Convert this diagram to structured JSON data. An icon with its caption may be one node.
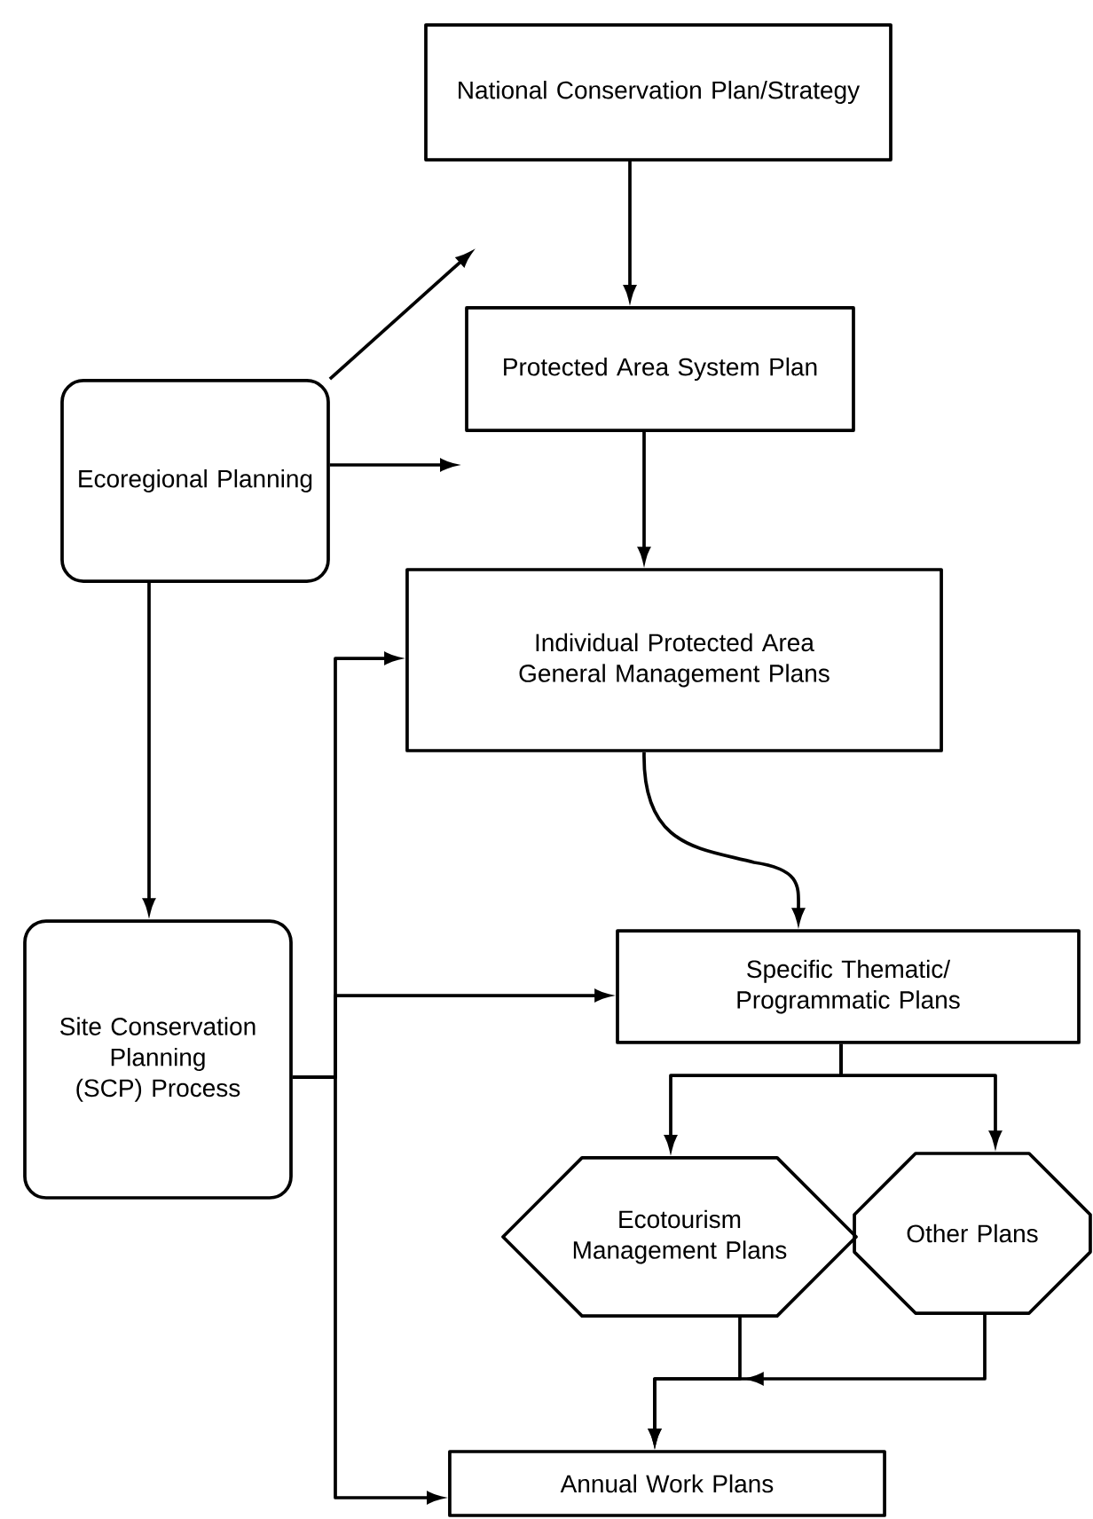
{
  "diagram": {
    "nodes": [
      {
        "text": [
          "National Conservation Plan/Strategy"
        ]
      },
      {
        "text": [
          "Ecoregional Planning"
        ]
      },
      {
        "text": [
          "Protected Area System Plan"
        ]
      },
      {
        "text": [
          "Individual Protected Area General Management Plans"
        ]
      },
      {
        "text": [
          "Site Conservation Planning (SCP) Process"
        ]
      },
      {
        "text": [
          "Specific Thematic/ Programmatic Plans"
        ]
      },
      {
        "text": [
          "Ecotourism Management Plans"
        ]
      },
      {
        "text": [
          "Other Plans"
        ]
      },
      {
        "text": [
          "Annual Work Plans"
        ]
      }
    ],
    "edges": [
      {
        "from": 0,
        "to": 2,
        "arrow": "to"
      },
      {
        "from": 1,
        "to": null,
        "arrow": "to"
      },
      {
        "from": 1,
        "to": null,
        "arrow": "to"
      },
      {
        "from": 2,
        "to": 3,
        "arrow": "to"
      },
      {
        "from": 1,
        "to": 4,
        "arrow": "to"
      },
      {
        "from": 4,
        "to": 3,
        "arrow": "to"
      },
      {
        "from": 4,
        "to": 5,
        "arrow": "to"
      },
      {
        "from": 4,
        "to": 8,
        "arrow": "to"
      },
      {
        "from": 3,
        "to": 5,
        "arrow": "to"
      },
      {
        "from": 5,
        "to": 6,
        "arrow": "to"
      },
      {
        "from": 5,
        "to": 7,
        "arrow": "to"
      },
      {
        "from": 6,
        "to": 8,
        "arrow": "to"
      },
      {
        "from": 7,
        "to": 8,
        "arrow": "to"
      }
    ]
  }
}
